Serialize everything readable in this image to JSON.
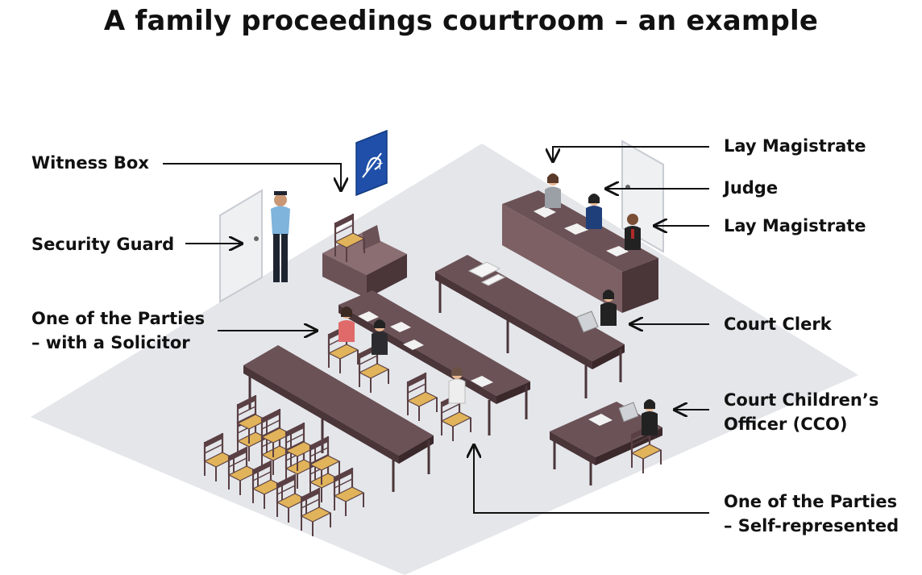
{
  "title": "A family proceedings courtroom – an example",
  "labels": {
    "witness_box": "Witness Box",
    "security_guard": "Security Guard",
    "party_solicitor_1": "One of the Parties",
    "party_solicitor_2": "– with a Solicitor",
    "lay_magistrate_top": "Lay Magistrate",
    "judge": "Judge",
    "lay_magistrate_bottom": "Lay Magistrate",
    "court_clerk": "Court Clerk",
    "cco_1": "Court Children’s",
    "cco_2": "Officer (CCO)",
    "party_self_1": "One of the Parties",
    "party_self_2": "– Self-represented"
  },
  "colors": {
    "floor": "#e4e6ea",
    "table_top": "#6b5256",
    "table_side": "#4a3539",
    "chair_seat": "#e1b35a",
    "chair_frame": "#5a4044",
    "door": "#eef0f2",
    "sign_blue": "#1f4fa8"
  },
  "icons": {
    "sign": "hearing-loop-sign-icon"
  }
}
